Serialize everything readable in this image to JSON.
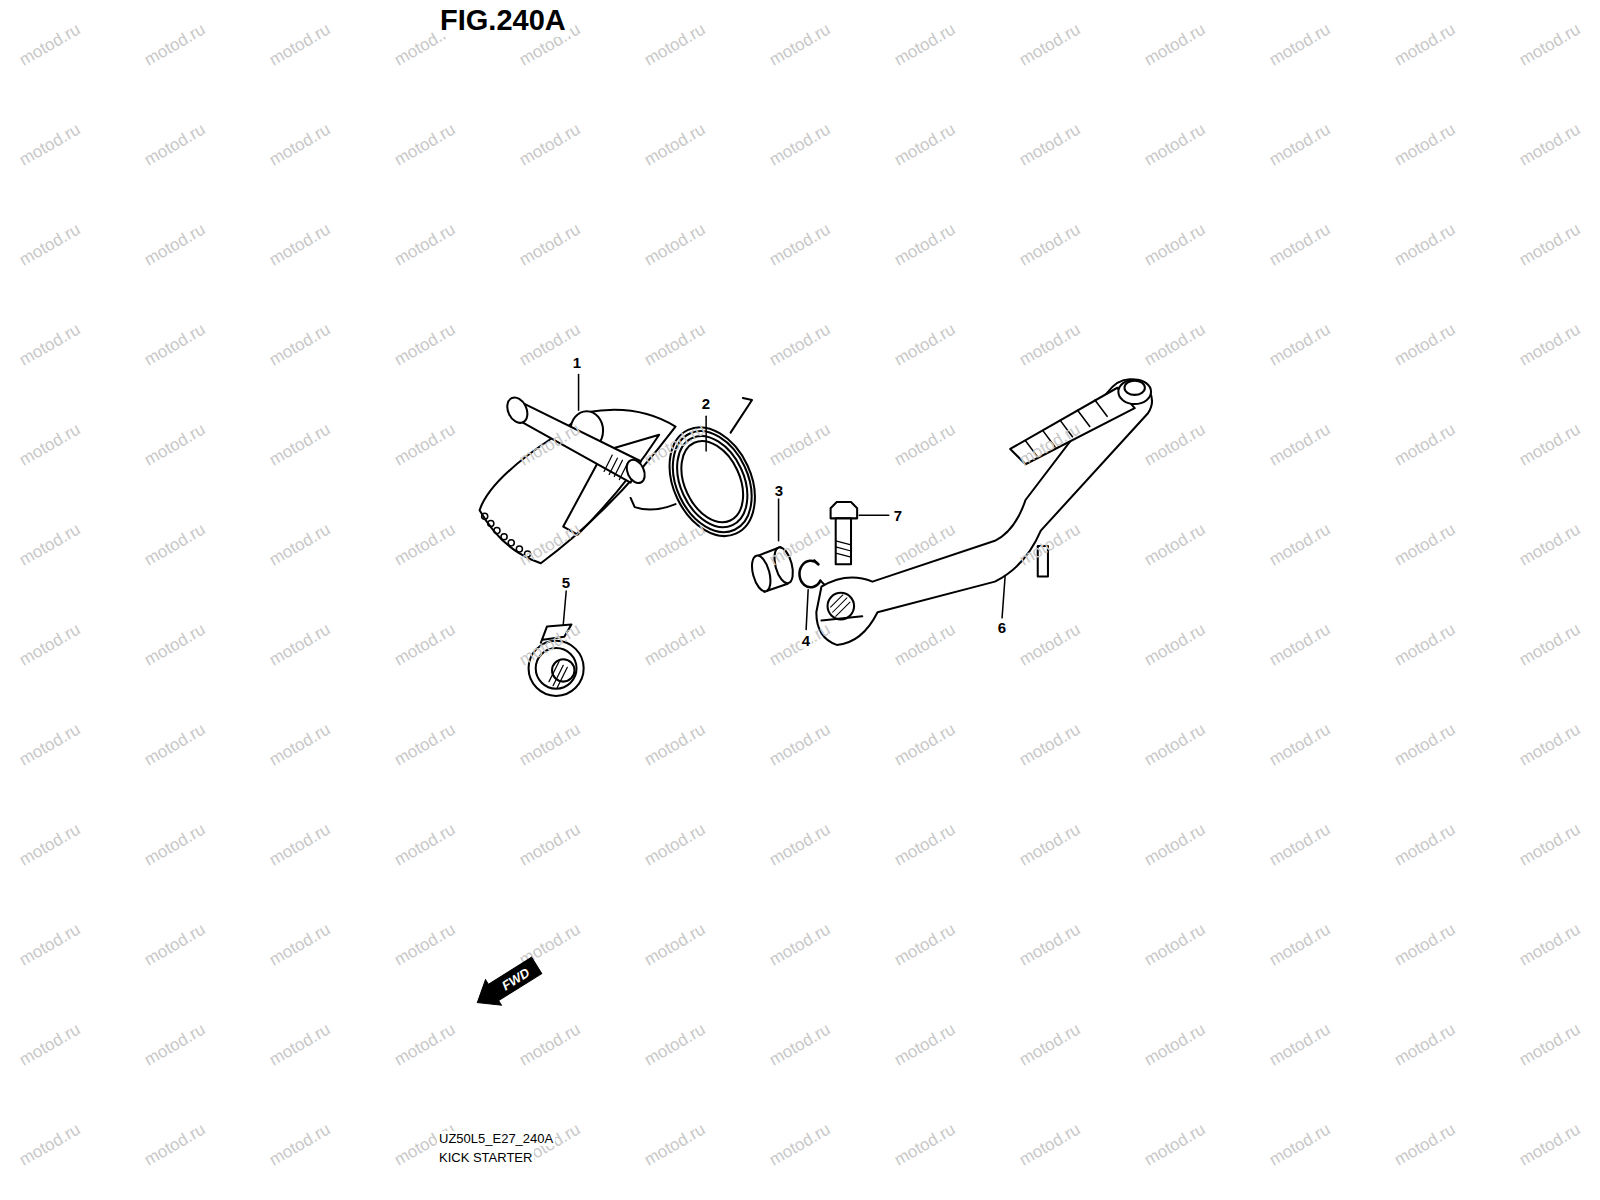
{
  "diagram": {
    "title": "FIG.240A",
    "caption": "KICK STARTER",
    "nodes": [
      {
        "text": [
          "FWD"
        ]
      }
    ],
    "labels": [
      "1",
      "2",
      "3",
      "4",
      "5",
      "6",
      "7",
      "UZ50L5_E27_240A",
      "motod.ru",
      "motod.ru",
      "motod.ru",
      "motod.ru",
      "motod.ru",
      "motod.ru",
      "motod.ru",
      "motod.ru",
      "motod.ru",
      "motod.ru",
      "motod.ru",
      "motod.ru",
      "motod.ru",
      "motod.ru",
      "motod.ru",
      "motod.ru",
      "motod.ru",
      "motod.ru",
      "motod.ru",
      "motod.ru",
      "motod.ru",
      "motod.ru",
      "motod.ru",
      "motod.ru",
      "motod.ru",
      "motod.ru",
      "motod.ru",
      "motod.ru",
      "motod.ru",
      "motod.ru",
      "motod.ru",
      "motod.ru",
      "motod.ru",
      "motod.ru",
      "motod.ru",
      "motod.ru",
      "motod.ru",
      "motod.ru",
      "motod.ru",
      "motod.ru",
      "motod.ru",
      "motod.ru",
      "motod.ru",
      "motod.ru",
      "motod.ru",
      "motod.ru",
      "motod.ru",
      "motod.ru",
      "motod.ru",
      "motod.ru",
      "motod.ru",
      "motod.ru",
      "motod.ru",
      "motod.ru",
      "motod.ru",
      "motod.ru",
      "motod.ru",
      "motod.ru",
      "motod.ru",
      "motod.ru",
      "motod.ru",
      "motod.ru",
      "motod.ru",
      "motod.ru",
      "motod.ru",
      "motod.ru",
      "motod.ru",
      "motod.ru",
      "motod.ru",
      "motod.ru",
      "motod.ru",
      "motod.ru",
      "motod.ru",
      "motod.ru",
      "motod.ru",
      "motod.ru",
      "motod.ru",
      "motod.ru",
      "motod.ru",
      "motod.ru",
      "motod.ru",
      "motod.ru",
      "motod.ru",
      "motod.ru",
      "motod.ru",
      "motod.ru",
      "motod.ru",
      "motod.ru",
      "motod.ru",
      "motod.ru",
      "motod.ru",
      "motod.ru",
      "motod.ru",
      "motod.ru",
      "motod.ru",
      "motod.ru",
      "motod.ru",
      "motod.ru",
      "motod.ru",
      "motod.ru",
      "motod.ru",
      "motod.ru",
      "motod.ru",
      "motod.ru",
      "motod.ru",
      "motod.ru",
      "motod.ru",
      "motod.ru",
      "motod.ru",
      "motod.ru",
      "motod.ru",
      "motod.ru",
      "motod.ru",
      "motod.ru",
      "motod.ru",
      "motod.ru",
      "motod.ru",
      "motod.ru",
      "motod.ru",
      "motod.ru",
      "motod.ru",
      "motod.ru",
      "motod.ru",
      "motod.ru",
      "motod.ru",
      "motod.ru",
      "motod.ru",
      "motod.ru",
      "motod.ru",
      "motod.ru",
      "motod.ru",
      "motod.ru",
      "motod.ru",
      "motod.ru",
      "motod.ru",
      "motod.ru",
      "motod.ru",
      "motod.ru",
      "motod.ru",
      "motod.ru",
      "motod.ru",
      "motod.ru",
      "motod.ru",
      "motod.ru",
      "motod.ru",
      "motod.ru",
      "motod.ru",
      "motod.ru",
      "motod.ru",
      "motod.ru",
      "motod.ru",
      "motod.ru",
      "motod.ru",
      "motod.ru",
      "motod.ru",
      "motod.ru"
    ]
  }
}
